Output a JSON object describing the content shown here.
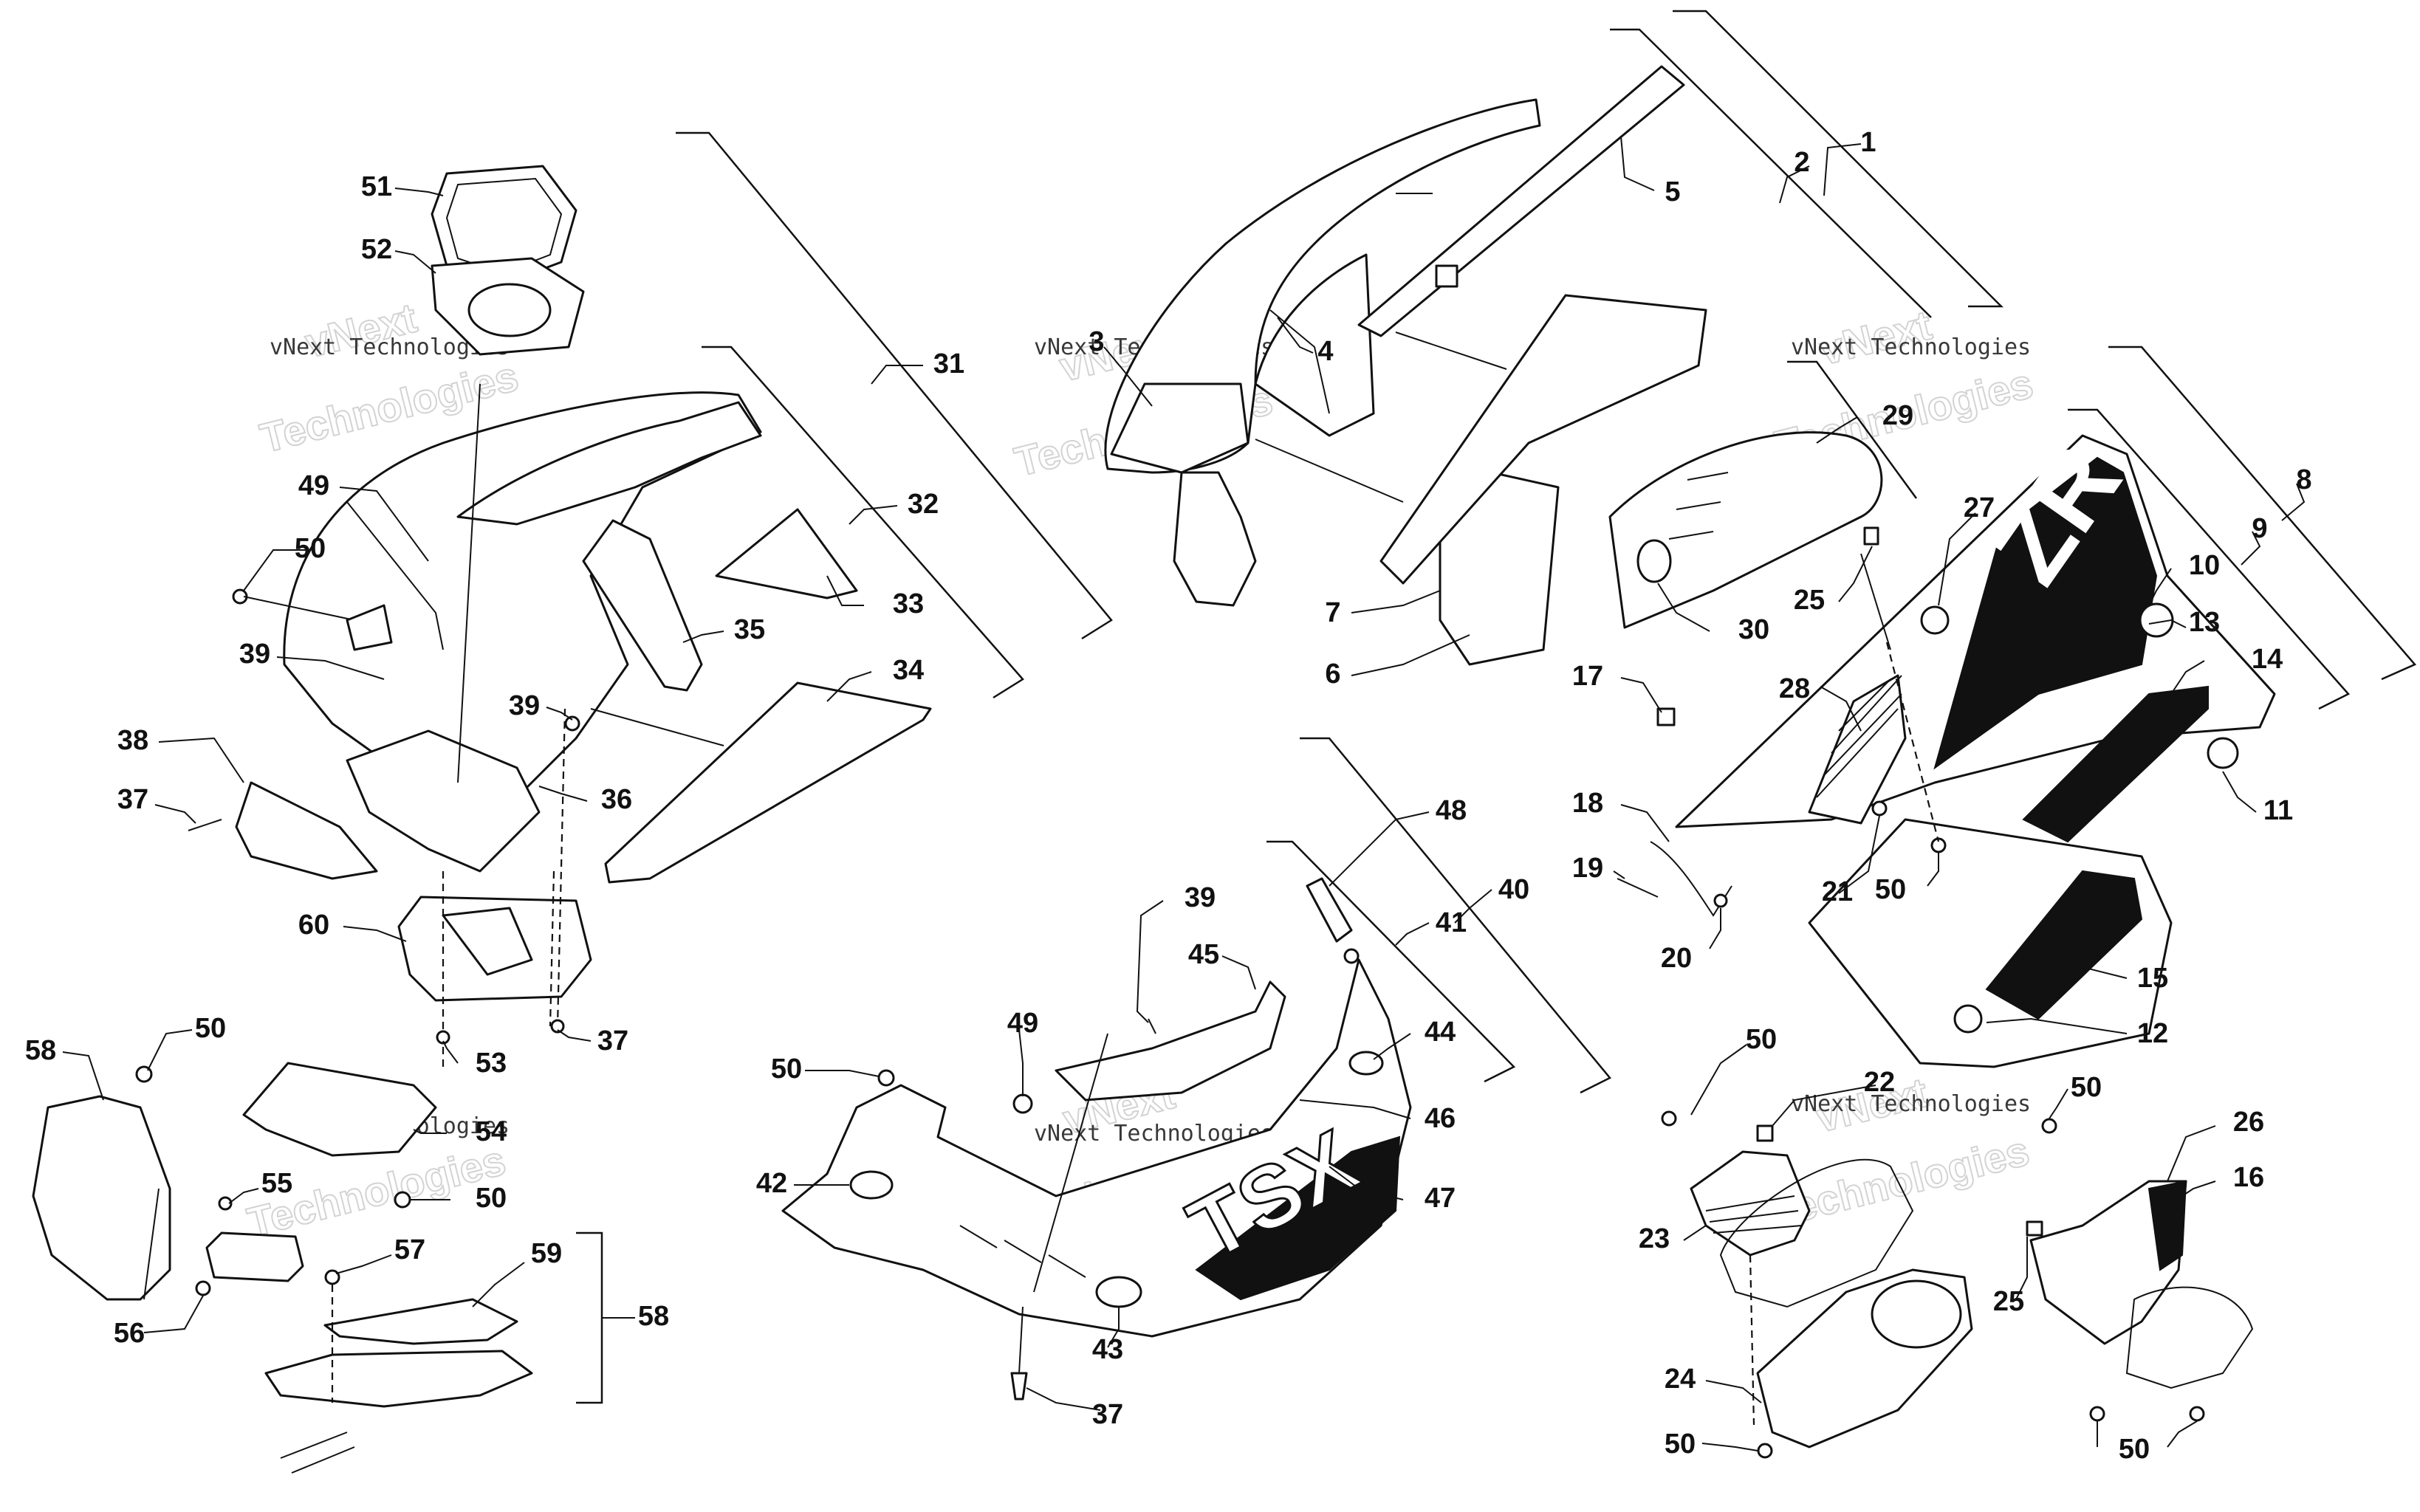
{
  "watermark": {
    "brand_line": "vNext",
    "name_line": "vNext Technologies",
    "big_line": "Technologies"
  },
  "decals": {
    "zr": "ZR",
    "tsx": "TSX"
  },
  "callouts": [
    "1",
    "2",
    "3",
    "4",
    "5",
    "6",
    "7",
    "8",
    "9",
    "10",
    "11",
    "12",
    "13",
    "14",
    "15",
    "16",
    "17",
    "18",
    "19",
    "20",
    "21",
    "22",
    "23",
    "24",
    "25",
    "25",
    "26",
    "27",
    "28",
    "29",
    "30",
    "31",
    "32",
    "33",
    "34",
    "35",
    "36",
    "37",
    "37",
    "37",
    "38",
    "39",
    "39",
    "39",
    "40",
    "41",
    "42",
    "43",
    "44",
    "45",
    "46",
    "47",
    "48",
    "49",
    "49",
    "50",
    "50",
    "50",
    "50",
    "50",
    "50",
    "50",
    "50",
    "51",
    "52",
    "53",
    "54",
    "55",
    "56",
    "57",
    "58",
    "58",
    "59",
    "60"
  ]
}
